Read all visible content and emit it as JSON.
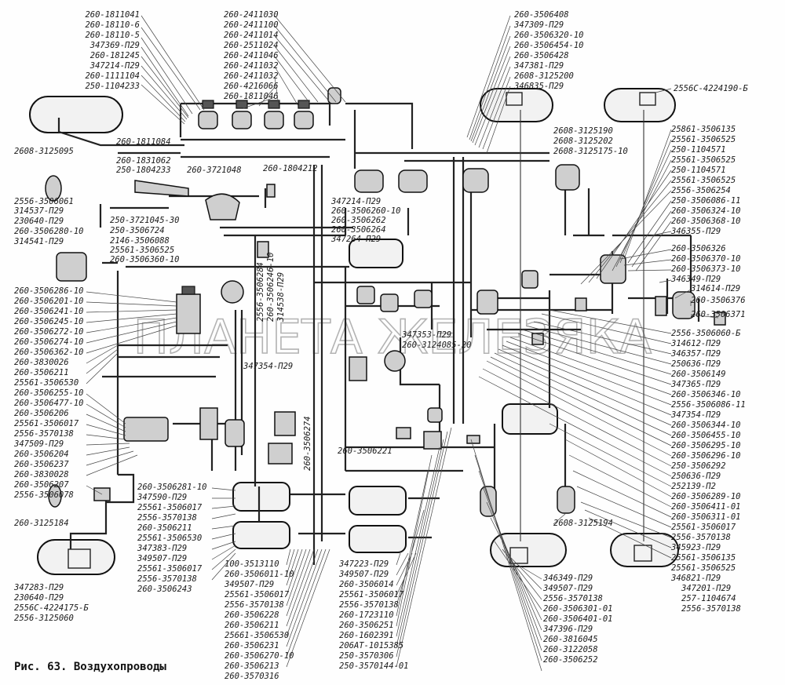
{
  "caption": "Рис. 63. Воздухопроводы",
  "watermark": "ПЛАНЕТА ЖЕЛЕЗЯКА",
  "colors": {
    "ink": "#1a1a1a",
    "background": "#fefefe"
  },
  "labels": {
    "top_left": [
      "260-1811041",
      "260-18110-6",
      "260-18110-5",
      "347369-П29",
      "260-181245",
      "347214-П29",
      "260-1111104",
      "250-1104233"
    ],
    "top_mid": [
      "260-2411030",
      "260-2411100",
      "260-2411014",
      "260-2511024",
      "260-2411046",
      "260-2411032",
      "260-2411032",
      "260-4216066",
      "260-1811046"
    ],
    "top_right": [
      "260-3506408",
      "347309-П29",
      "260-3506320-10",
      "260-3506454-10",
      "260-3506428",
      "347381-П29",
      "2608-3125200",
      "346835-П29"
    ],
    "far_right_top": "2556С-4224190-Б",
    "tank_left_top": "2608-3125095",
    "left_upper": [
      "260-1811084",
      "260-1831062",
      "250-1804233",
      "260-3721048",
      "260-1804212"
    ],
    "left_mid": [
      "2556-3506061",
      "314537-П29",
      "230640-П29",
      "260-3506280-10",
      "314541-П29"
    ],
    "center_upper": [
      "250-3721045-30",
      "250-3506724",
      "2146-3506088",
      "25561-3506525",
      "260-3506360-10"
    ],
    "center_tank": [
      "347214-П29",
      "260-3506260-10",
      "260-3506262",
      "260-3506264",
      "347264-П29"
    ],
    "vertical_a": [
      "2556-3506284",
      "260-3506246-10",
      "314538-П29"
    ],
    "left_column": [
      "260-3506286-10",
      "260-3506201-10",
      "260-3506241-10",
      "260-3506245-10",
      "260-3506272-10",
      "260-3506274-10",
      "260-3506362-10",
      "260-3830026",
      "260-3506211",
      "25561-3506530",
      "260-3506255-10",
      "260-3506477-10",
      "260-3506206",
      "25561-3506017",
      "2556-3570138",
      "347509-П29",
      "260-3506204",
      "260-3506237",
      "260-3830028",
      "260-3506207",
      "2556-3506078"
    ],
    "left_lower": [
      "260-3125184",
      "347283-П29",
      "230640-П29",
      "2556С-4224175-Б",
      "2556-3125060"
    ],
    "center_mid": [
      "347353-П29",
      "260-3124085-20",
      "347354-П29",
      "260-3506274",
      "260-3506221"
    ],
    "right_mid_top": [
      "2608-3125190",
      "2608-3125202",
      "2608-3125175-10"
    ],
    "right_column": [
      "25861-3506135",
      "25561-3506525",
      "250-1104571",
      "25561-3506525",
      "250-1104571",
      "25561-3506525",
      "2556-3506254",
      "250-3506086-11",
      "260-3506324-10",
      "260-3506368-10",
      "346355-П29",
      "260-3506326",
      "260-3506370-10",
      "260-3506373-10",
      "346349-П29",
      "314614-П29",
      "260-3506376",
      "260-3506371",
      "2556-3506060-Б",
      "314612-П29",
      "346357-П29",
      "250636-П29",
      "260-3506149",
      "347365-П29",
      "260-3506346-10",
      "2556-3506086-11",
      "347354-П29",
      "260-3506344-10",
      "260-3506455-10",
      "260-3506295-10",
      "260-3506296-10",
      "250-3506292",
      "250636-П29",
      "252139-П2",
      "260-3506289-10",
      "260-3506411-01",
      "260-3506311-01",
      "25561-3506017",
      "2556-3570138",
      "345923-П29",
      "25561-3506135",
      "25561-3506525",
      "346821-П29",
      "347201-П29",
      "257-1104674",
      "2556-3570138"
    ],
    "bottom_left": [
      "260-3506281-10",
      "347590-П29",
      "25561-3506017",
      "2556-3570138",
      "260-3506211",
      "25561-3506530",
      "347383-П29",
      "349507-П29",
      "25561-3506017",
      "2556-3570138",
      "260-3506243"
    ],
    "bottom_center": [
      "100-3513110",
      "260-3506011-10",
      "349507-П29",
      "25561-3506017",
      "2556-3570138",
      "260-3506228",
      "260-3506211",
      "25661-3506530",
      "260-3506231",
      "260-3506270-10",
      "260-3506213",
      "260-3570316"
    ],
    "bottom_mid": [
      "347223-П29",
      "349507-П29",
      "260-3506014",
      "25561-3506017",
      "2556-3570138",
      "260-1723110",
      "260-3506251",
      "260-1602391",
      "206АТ-1015385",
      "250-3570306",
      "250-3570144-01"
    ],
    "bottom_right": [
      "2608-3125194",
      "346349-П29",
      "349507-П29",
      "2556-3570138",
      "260-3506301-01",
      "260-3506401-01",
      "347396-П29",
      "260-3816045",
      "260-3122058",
      "260-3506252"
    ]
  }
}
